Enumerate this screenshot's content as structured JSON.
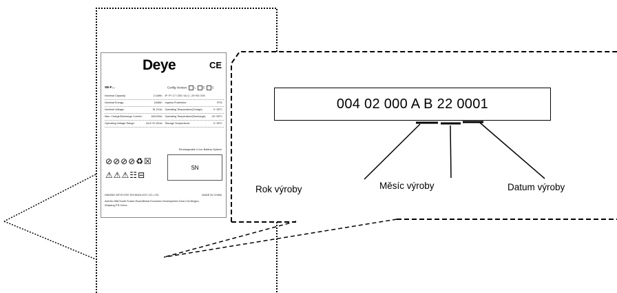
{
  "label": {
    "brand": "Deye",
    "ce_mark": "CE",
    "model": "SE-F…",
    "config_label": "Config Version:",
    "config_options": [
      "L",
      "E",
      "C"
    ],
    "specs": [
      {
        "l_name": "Nominal Capacity:",
        "l_val": "2.1kWh",
        "r_name": "IP / P / 17 / 230 / 16 / [ / -20+50 / 200",
        "r_val": ""
      },
      {
        "l_name": "Nominal Energy:",
        "l_val": "164Wh",
        "r_name": "Ingress Protection:",
        "r_val": "IP21"
      },
      {
        "l_name": "Nominal Voltage:",
        "l_val": "51.2Vdc",
        "r_name": "Operating Temperature(Charge):",
        "r_val": "0~35°C"
      },
      {
        "l_name": "Max. Charge/Discharge Current:",
        "l_val": "180/200A",
        "r_name": "Operating Temperature(Discharge):",
        "r_val": "-20~55°C"
      },
      {
        "l_name": "Operating Voltage Range:",
        "l_val": "44.8~57.6Vdc",
        "r_name": "Storage Temperature:",
        "r_val": "0~35°C"
      }
    ],
    "battery_type": "Rechargeable Li-ion Battery System",
    "sn": "SN",
    "company": "NINGBO DEYE ESS TECHNOLOGY CO.,LTD.",
    "made_in": "MADE IN CHINA",
    "address": "Add:No.568,South Fuxian Road,Binhai Economic Development Zone,Cixi,Ningbo, Zhejiang,P.R.China"
  },
  "serial_number": "004 02 000 A B 22 0001",
  "captions": {
    "year": "Rok výroby",
    "month": "Měsíc výroby",
    "date": "Datum výroby"
  },
  "colors": {
    "line": "#000000",
    "label_border": "#888888"
  }
}
